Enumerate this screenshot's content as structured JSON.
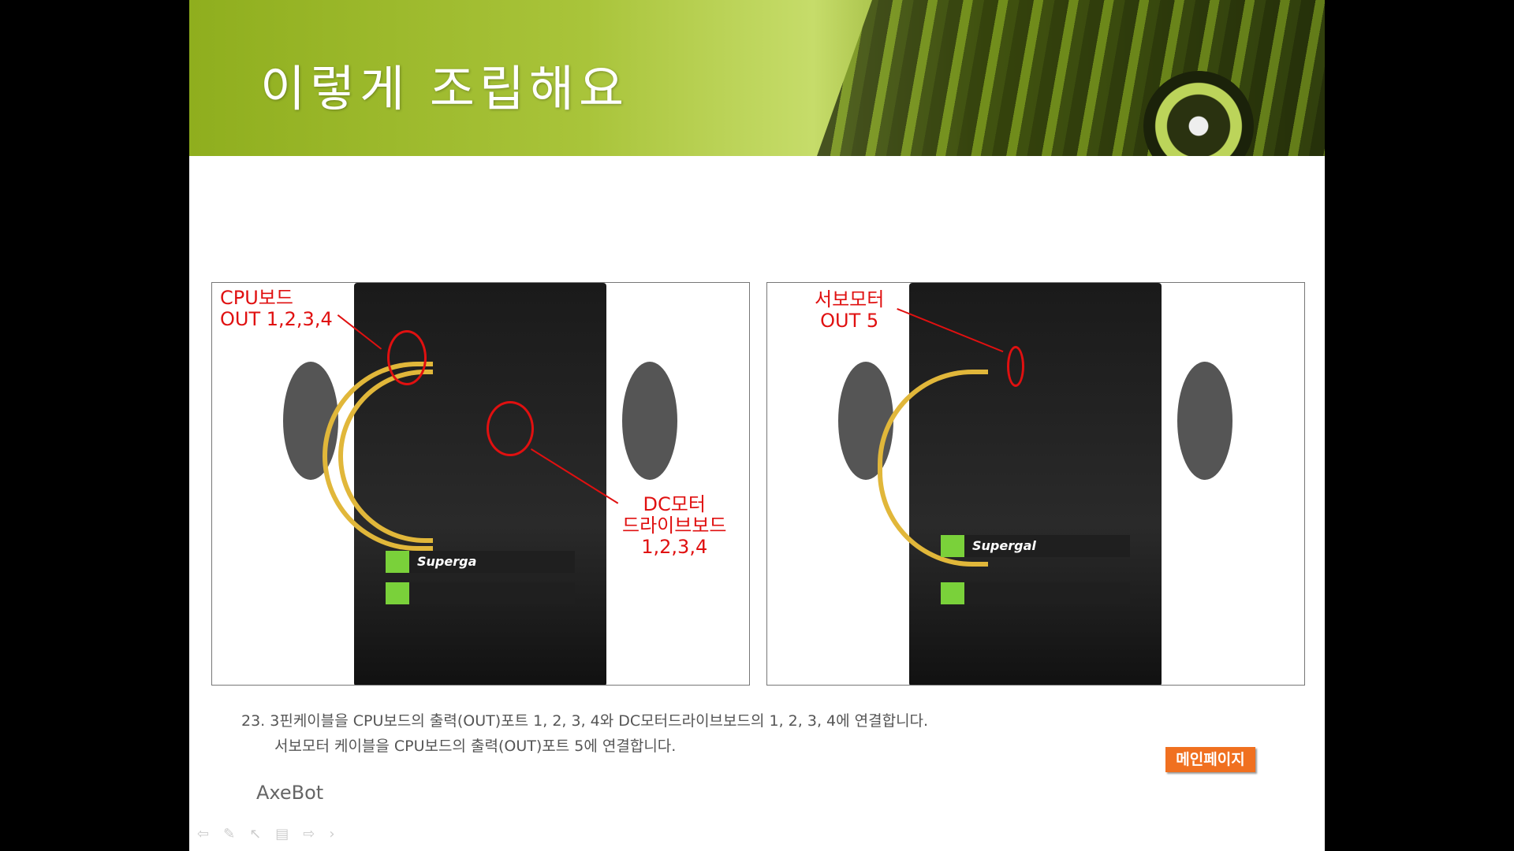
{
  "header": {
    "title": "이렇게 조립해요"
  },
  "photos": [
    {
      "labels": [
        "CPU보드\nOUT 1,2,3,4",
        "DC모터\n드라이브보드\n1,2,3,4"
      ],
      "battery": "Superga"
    },
    {
      "labels": [
        "서보모터\nOUT 5"
      ],
      "battery": "Supergal"
    }
  ],
  "description": {
    "line1": "23. 3핀케이블을 CPU보드의 출력(OUT)포트 1, 2, 3, 4와 DC모터드라이브보드의 1, 2, 3, 4에 연결합니다.",
    "line2": "서보모터 케이블을 CPU보드의 출력(OUT)포트 5에 연결합니다."
  },
  "footer": {
    "product": "AxeBot",
    "main_button": "메인페이지"
  },
  "nav": {
    "icons": [
      "back-arrow-icon",
      "pen-icon",
      "pointer-icon",
      "slide-menu-icon",
      "forward-arrow-icon",
      "next-icon"
    ],
    "glyphs": [
      "⇦",
      "✎",
      "↖",
      "▤",
      "⇨",
      "›"
    ]
  }
}
